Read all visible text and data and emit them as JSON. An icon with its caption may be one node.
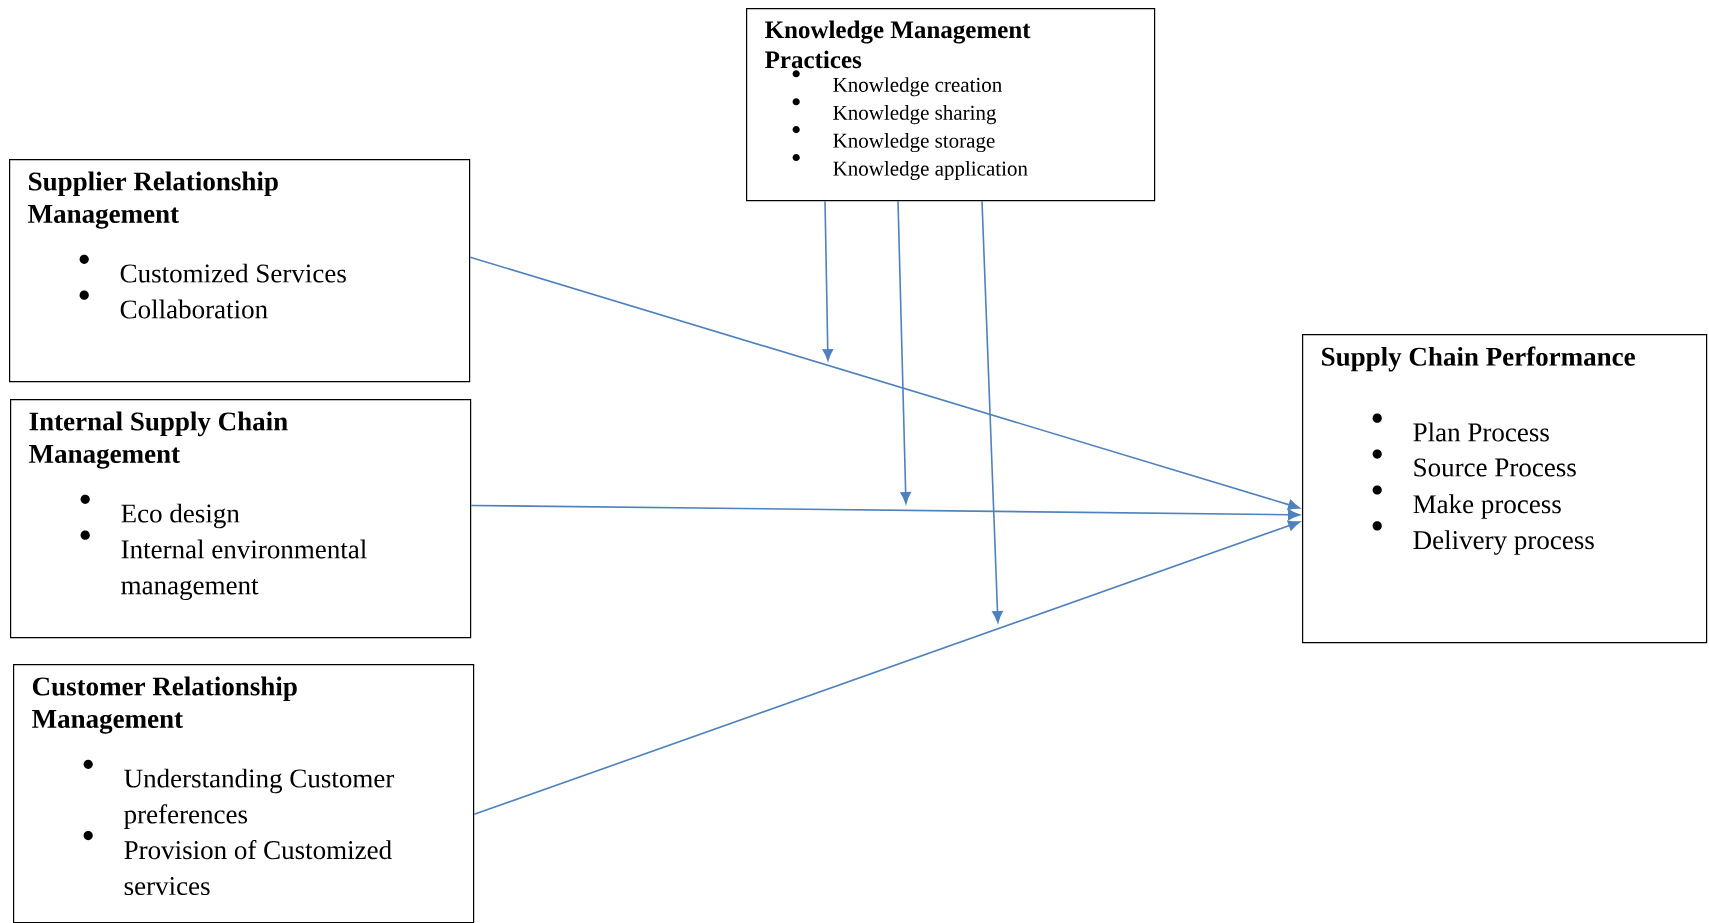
{
  "diagram": {
    "nodes": [
      {
        "text": [
          "Knowledge Management Practices",
          "Knowledge creation",
          "Knowledge sharing",
          "Knowledge storage",
          "Knowledge application"
        ]
      },
      {
        "text": [
          "Supplier Relationship Management",
          "Customized Services",
          "Collaboration"
        ]
      },
      {
        "text": [
          "Internal Supply Chain Management",
          "Eco design",
          "Internal environmental management"
        ]
      },
      {
        "text": [
          "Customer Relationship Management",
          "Understanding Customer preferences",
          "Provision of Customized services"
        ]
      },
      {
        "text": [
          "Supply Chain Performance",
          "Plan Process",
          "Source Process",
          "Make process",
          "Delivery process"
        ]
      }
    ],
    "edges": [
      {
        "from": 1,
        "to": 4,
        "arrow": "to"
      },
      {
        "from": 2,
        "to": 4,
        "arrow": "to"
      },
      {
        "from": 3,
        "to": 4,
        "arrow": "to"
      },
      {
        "from": 0,
        "to": null,
        "arrow": "to"
      },
      {
        "from": 0,
        "to": null,
        "arrow": "to"
      },
      {
        "from": 0,
        "to": null,
        "arrow": "to"
      }
    ]
  }
}
